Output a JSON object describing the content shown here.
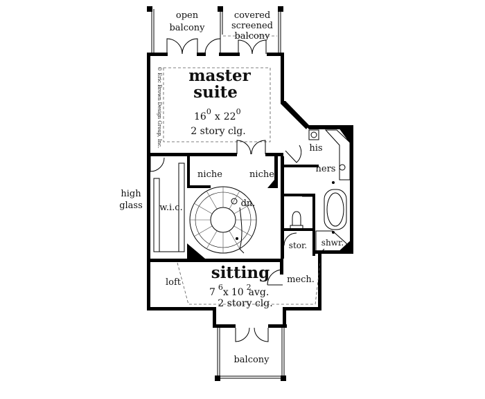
{
  "rooms": {
    "open_balcony": [
      "open",
      "balcony"
    ],
    "covered_balcony": [
      "covered",
      "screened",
      "balcony"
    ],
    "master_suite": {
      "name": [
        "master",
        "suite"
      ],
      "dim_width": "16",
      "dim_width_sup": "0",
      "dim_times": "x",
      "dim_length": "22",
      "dim_length_sup": "0",
      "ceiling": "2 story clg."
    },
    "his": "his",
    "hers": "hers",
    "niche_left": "niche",
    "niche_right": "niche",
    "high_glass": [
      "high",
      "glass"
    ],
    "wic": "w.i.c.",
    "stair": "dn.",
    "storage": "stor.",
    "shower": "shwr.",
    "sitting": {
      "name": "sitting",
      "dim_width": "7",
      "dim_width_sup": "6",
      "dim_times": "x",
      "dim_length": "10",
      "dim_length_sup": "2",
      "dim_note": "avg.",
      "ceiling": "2 story clg."
    },
    "loft": "loft",
    "mechanical": "mech.",
    "balcony_bottom": "balcony"
  },
  "copyright": "© Eric Brown Design Group, Inc."
}
